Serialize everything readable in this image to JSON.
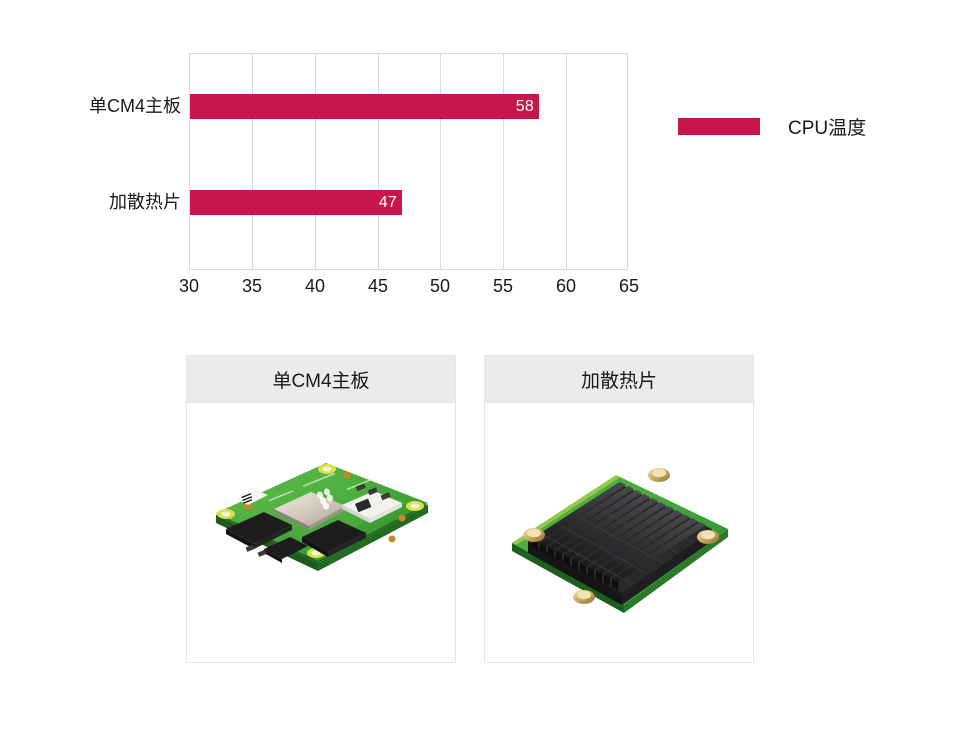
{
  "chart_data": {
    "type": "bar",
    "orientation": "horizontal",
    "title": "",
    "xlabel": "",
    "ylabel": "",
    "categories": [
      "单CM4主板",
      "加散热片"
    ],
    "values": [
      58,
      47
    ],
    "data_labels": [
      "58",
      "47"
    ],
    "series": [
      {
        "name": "CPU温度",
        "values": [
          58,
          47
        ],
        "color": "#c8154b"
      }
    ],
    "xlim": [
      30,
      65
    ],
    "xticks": [
      30,
      35,
      40,
      45,
      50,
      55,
      60,
      65
    ],
    "xtick_labels": [
      "30",
      "35",
      "40",
      "45",
      "50",
      "55",
      "60",
      "65"
    ],
    "grid": true,
    "grid_axis": "x",
    "legend": {
      "position": "right",
      "entries": [
        "CPU温度"
      ]
    },
    "colors": {
      "bar": "#c8154b",
      "grid": "#d9d9d9",
      "frame": "#d9d9d9",
      "text": "#1a1a1a",
      "data_label": "#ffffff",
      "background": "#ffffff"
    }
  },
  "legend": {
    "label": "CPU温度",
    "swatch_color": "#c8154b"
  },
  "cards": [
    {
      "title": "单CM4主板",
      "image_name": "cm4-module-photo",
      "header_bg": "#ebebeb"
    },
    {
      "title": "加散热片",
      "image_name": "cm4-heatsink-photo",
      "header_bg": "#ebebeb"
    }
  ]
}
